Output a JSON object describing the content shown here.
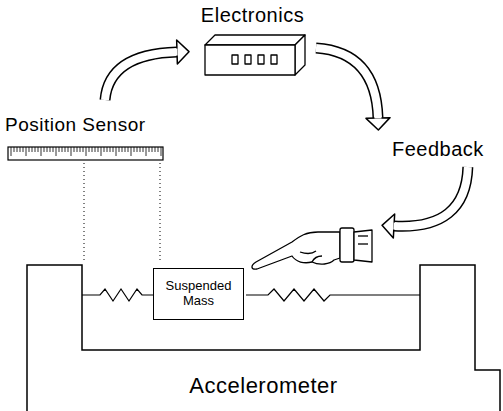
{
  "diagram": {
    "nodes": [
      {
        "text": [
          "Accelerometer"
        ]
      },
      {
        "text": [
          "Suspended Mass"
        ],
        "in": 0
      },
      {
        "text": [
          "Position Sensor"
        ]
      },
      {
        "text": [
          "Electronics"
        ]
      }
    ],
    "edges": [
      {
        "from": 2,
        "to": 3,
        "arrow": "to"
      },
      {
        "from": 3,
        "to": 1,
        "arrow": "to",
        "label": "Feedback"
      }
    ]
  }
}
